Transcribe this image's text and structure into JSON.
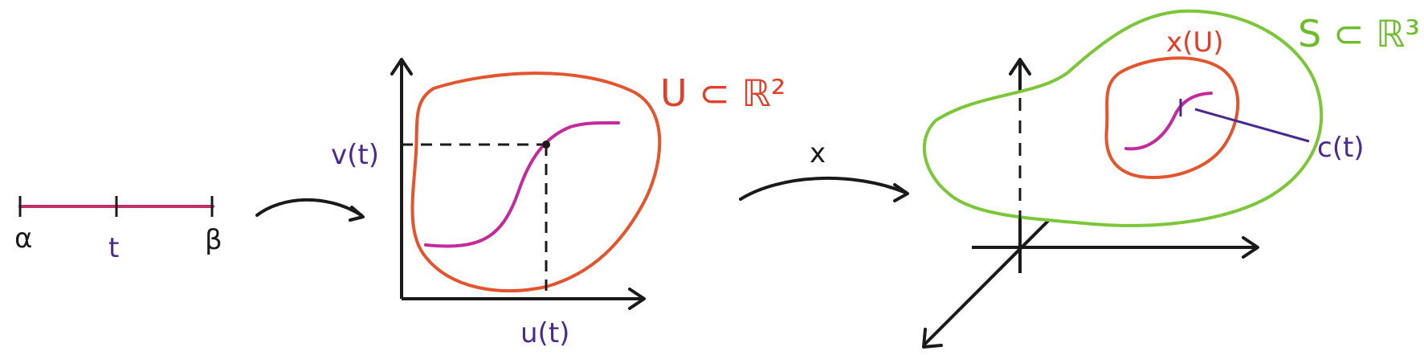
{
  "labels": {
    "alpha": "α",
    "t": "t",
    "beta": "β",
    "v_of_t": "v(t)",
    "u_of_t": "u(t)",
    "U_subset": "U ⊂ ℝ²",
    "map_x": "x",
    "S_subset": "S ⊂ ℝ³",
    "x_of_U": "x(U)",
    "c_of_t": "c(t)"
  },
  "colors": {
    "ink": "#1a1a1a",
    "interval": "#c0306a",
    "curve": "#c42a9a",
    "domain_outline": "#e2552e",
    "surface_outline": "#7cc63a",
    "purple_label": "#4b2a8f",
    "red_label": "#e0402a",
    "green_label": "#6dbd2a"
  },
  "icons": [
    "curved-arrow-icon",
    "axis-arrow-icon"
  ]
}
